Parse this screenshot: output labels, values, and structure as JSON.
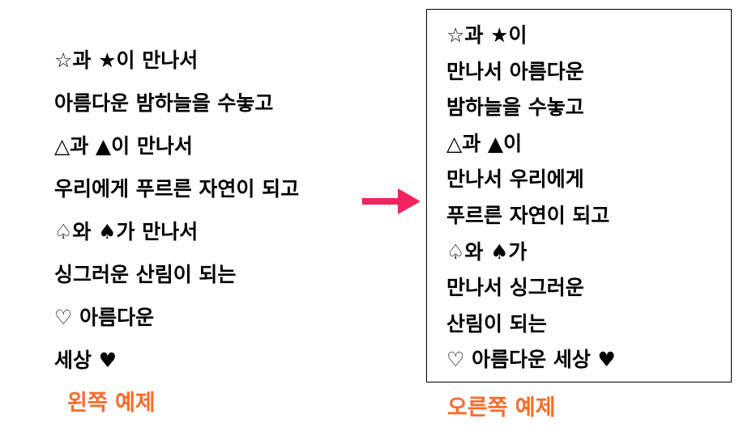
{
  "left_example": {
    "lines": [
      "☆과 ★이 만나서",
      "아름다운 밤하늘을 수놓고",
      "△과 ▲이 만나서",
      "우리에게 푸르른 자연이 되고",
      "♤와 ♠가 만나서",
      "싱그러운 산림이 되는",
      "♡ 아름다운",
      "세상 ♥"
    ],
    "caption": "왼쪽 예제"
  },
  "right_example": {
    "lines": [
      "☆과 ★이",
      "만나서 아름다운",
      "밤하늘을 수놓고",
      "△과 ▲이",
      "만나서 우리에게",
      "푸르른 자연이 되고",
      "♤와 ♠가",
      "만나서 싱그러운",
      "산림이 되는",
      "♡ 아름다운 세상 ♥"
    ],
    "caption": "오른쪽 예제"
  },
  "arrow_icon": "right-arrow-icon",
  "colors": {
    "caption": "#ff6a2a",
    "arrow": "#f0245e",
    "text": "#000000",
    "box_border": "#000000"
  }
}
